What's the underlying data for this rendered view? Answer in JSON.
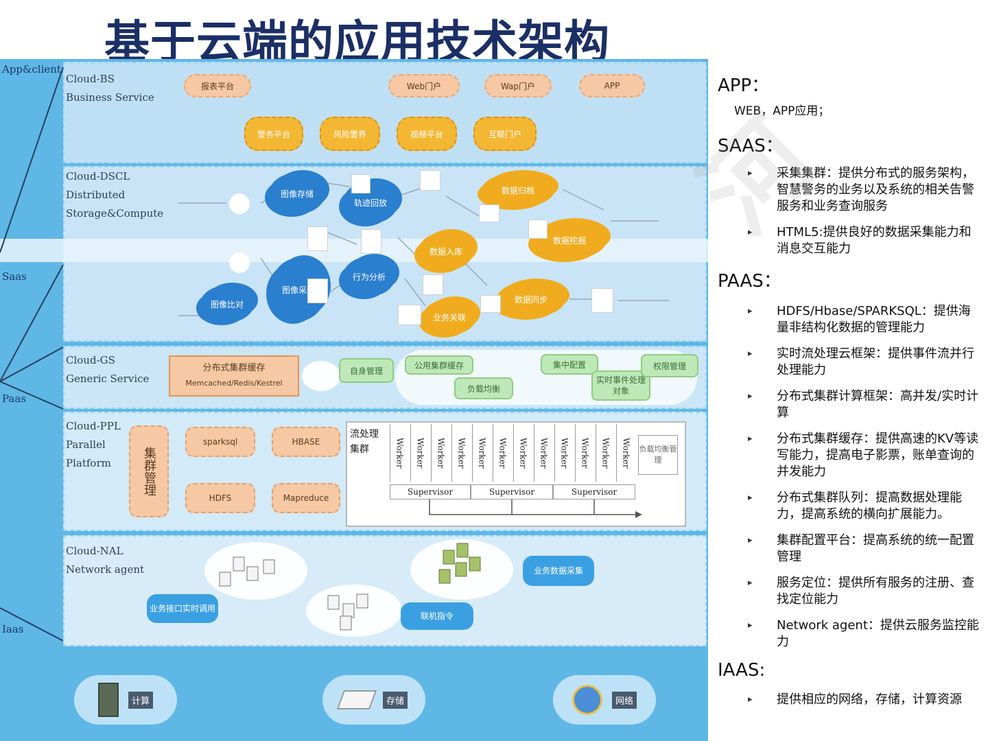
{
  "title": "基于云端的应用技术架构",
  "diagram": {
    "side_labels": [
      "App&client",
      "Saas",
      "Paas",
      "Iaas"
    ],
    "layers": {
      "bs": "Cloud-BS\nBusiness Service",
      "dscl": "Cloud-DSCL\nDistributed\nStorage&Compute",
      "gs": "Cloud-GS\nGeneric Service",
      "ppl": "Cloud-PPL\nParallel\nPlatform",
      "nal": "Cloud-NAL\nNetwork agent"
    },
    "bs_row1": [
      "报表平台",
      "Web门户",
      "Wap门户",
      "APP"
    ],
    "bs_row2": [
      "警务平台",
      "风险警界",
      "视频平台",
      "互联门户"
    ],
    "dscl_nodes": [
      "图像存储",
      "轨迹回放",
      "数据归档",
      "数据入库",
      "数据挖掘",
      "图像比对",
      "图像采集",
      "行为分析",
      "业务关联",
      "数据同步"
    ],
    "gs_cache": [
      "分布式集群缓存",
      "Memcached/Redis/Kestrel"
    ],
    "gs_items": [
      "自身管理",
      "公用集群缓存",
      "负载均衡",
      "集中配置",
      "实时事件处理对象",
      "权限管理"
    ],
    "ppl_cluster_mgmt": "集群管理",
    "ppl_items": [
      "sparksql",
      "HBASE",
      "HDFS",
      "Mapreduce"
    ],
    "stream_label": "流处理\n集群",
    "worker_label": "Worker",
    "supervisor_label": "Supervisor",
    "lb_mgmt": "负载均衡管理",
    "nal_items": [
      "业务数据采集",
      "业务接口实时调用",
      "联机指令"
    ],
    "iaas": [
      "计算",
      "存储",
      "网络"
    ]
  },
  "notes": {
    "app": {
      "heading": "APP：",
      "text": "WEB，APP应用；"
    },
    "saas": {
      "heading": "SAAS：",
      "bullets": [
        "采集集群：提供分布式的服务架构，智慧警务的业务以及系统的相关告警服务和业务查询服务",
        "HTML5:提供良好的数据采集能力和消息交互能力"
      ]
    },
    "paas": {
      "heading": "PAAS：",
      "bullets": [
        "HDFS/Hbase/SPARKSQL：提供海量非结构化数据的管理能力",
        "实时流处理云框架：提供事件流并行处理能力",
        "分布式集群计算框架：高并发/实时计算",
        "分布式集群缓存：提供高速的KV等读写能力，提高电子影票，账单查询的并发能力",
        "分布式集群队列：提高数据处理能力，提高系统的横向扩展能力。",
        "集群配置平台：提高系统的统一配置管理",
        "服务定位：提供所有服务的注册、查找定位能力",
        "Network agent：提供云服务监控能力"
      ]
    },
    "iaas": {
      "heading": "IAAS:",
      "bullets": [
        "提供相应的网络，存储，计算资源"
      ]
    }
  },
  "colors": {
    "title": "#1b2f66",
    "diagram_bg": "#5fb7e6",
    "gold": "#f4b733",
    "peach": "#f6c8a3",
    "cloud_blue": "#2a7fcf"
  }
}
